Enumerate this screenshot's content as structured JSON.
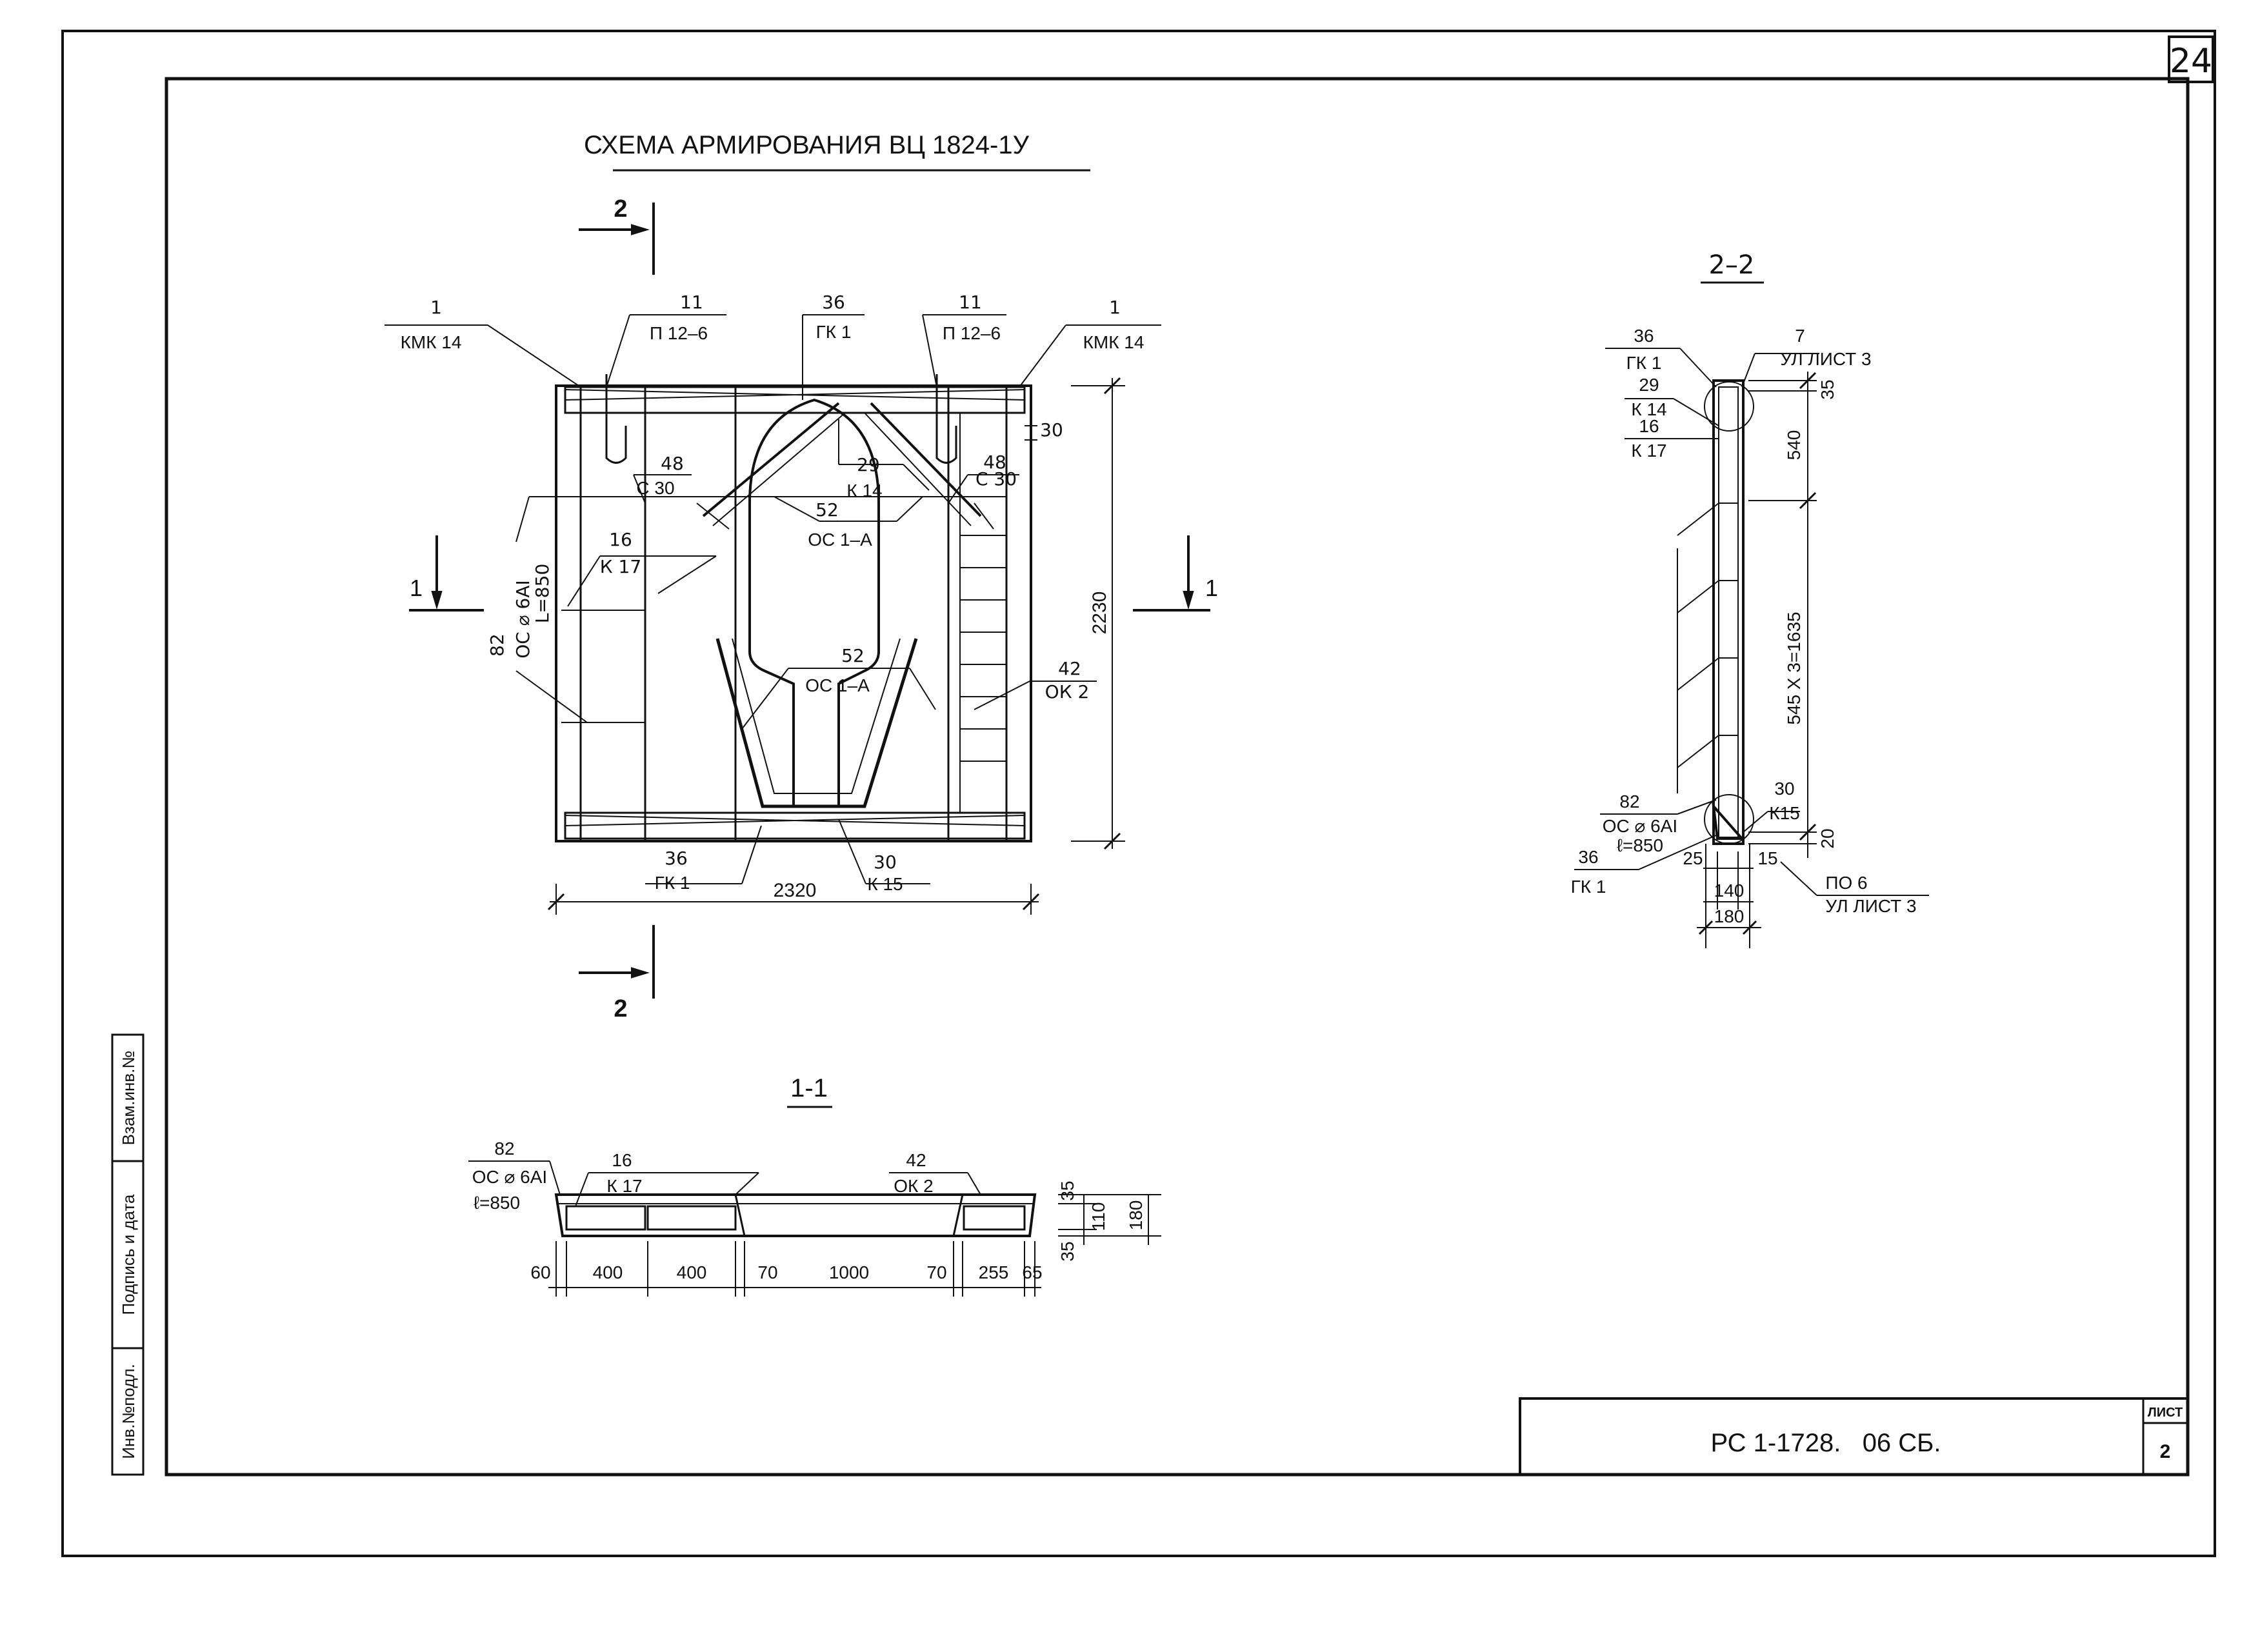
{
  "sheet_number": "24",
  "title": "СХЕМА АРМИРОВАНИЯ ВЦ 1824-1У",
  "section_labels": {
    "s2_top": "2",
    "s2_bottom": "2",
    "s1_left": "1",
    "s1_right": "1",
    "view_2_2": "2–2",
    "view_1_1": "1-1"
  },
  "plan": {
    "labels": {
      "kmk_left_num": "1",
      "kmk_left_name": "КМК 14",
      "p_left_num": "11",
      "p_left_name": "П 12–6",
      "gk_top_num": "36",
      "gk_top_name": "ГК 1",
      "p_right_num": "11",
      "p_right_name": "П 12–6",
      "kmk_right_num": "1",
      "kmk_right_name": "КМК 14",
      "c_left_num": "48",
      "c_left_name": "С 30",
      "k14_num": "29",
      "k14_name": "К 14",
      "c_right_num": "48",
      "c_right_name": "С 30",
      "oc_top_num": "52",
      "oc_top_name": "ОС 1–А",
      "k17_num": "16",
      "k17_name": "К 17",
      "oc_side_num": "82",
      "oc_side_name": "ОС ⌀ 6АI",
      "oc_side_len": "L=850",
      "oc_bot_num": "52",
      "oc_bot_name": "ОС 1–А",
      "ok_num": "42",
      "ok_name": "ОК 2",
      "gk_bot_num": "36",
      "gk_bot_name": "ГК 1",
      "k15_num": "30",
      "k15_name": "К 15"
    },
    "dims": {
      "width": "2320",
      "height": "2230",
      "edge": "30"
    }
  },
  "section_2_2": {
    "labels": {
      "gk_num": "36",
      "gk_name": "ГК 1",
      "node_num": "7",
      "node_ref": "УЛ ЛИСТ 3",
      "k14_num": "29",
      "k14_name": "К 14",
      "k17_num": "16",
      "k17_name": "К 17",
      "oc_num": "82",
      "oc_name": "ОС ⌀ 6АI",
      "oc_len": "ℓ=850",
      "k15_num": "30",
      "k15_name": "К15",
      "gk_bot_num": "36",
      "gk_bot_name": "ГК 1",
      "po_name": "ПО 6",
      "po_ref": "УЛ ЛИСТ 3"
    },
    "dims": {
      "top": "35",
      "upper": "540",
      "middle": "545 X 3=1635",
      "bottom": "20",
      "left": "25",
      "right": "15",
      "inner": "140",
      "total": "180"
    }
  },
  "section_1_1": {
    "labels": {
      "oc_num": "82",
      "oc_name": "ОС ⌀ 6АI",
      "oc_len": "ℓ=850",
      "k17_num": "16",
      "k17_name": "К 17",
      "ok_num": "42",
      "ok_name": "ОК 2"
    },
    "dims": {
      "d60": "60",
      "d400a": "400",
      "d400b": "400",
      "d70a": "70",
      "d1000": "1000",
      "d70b": "70",
      "d255": "255",
      "d65": "65",
      "h35a": "35",
      "h110": "110",
      "h35b": "35",
      "h180": "180"
    }
  },
  "stamp": {
    "side_cells": [
      "Инв.№подл.",
      "Подпись и дата",
      "Взам.инв.№"
    ],
    "code": "РС 1-1728.   06 СБ.",
    "sheet_label": "ЛИСТ",
    "sheet_value": "2"
  }
}
